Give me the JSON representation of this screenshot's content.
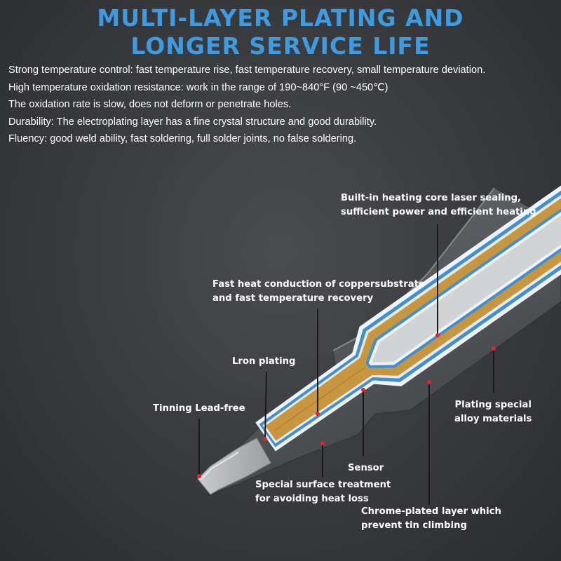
{
  "title": {
    "line1": "MULTI-LAYER PLATING AND",
    "line2": "LONGER SERVICE LIFE"
  },
  "features": [
    "Strong temperature control: fast temperature rise, fast temperature recovery, small temperature deviation.",
    "High temperature oxidation resistance: work in the range of 190~840°F (90 ~450℃)",
    "The oxidation rate is slow, does not deform or penetrate holes.",
    "Durability: The electroplating layer has a fine crystal structure and good durability.",
    "Fluency: good weld ability, fast soldering, full solder joints, no false soldering."
  ],
  "labels": {
    "heating_core": {
      "line1": "Built-in heating core laser sealing,",
      "line2": "sufficient power and efficient heating"
    },
    "copper": {
      "line1": "Fast heat conduction of coppersubstrate",
      "line2": "and fast temperature recovery"
    },
    "iron_plating": {
      "line1": "Lron plating"
    },
    "tinning": {
      "line1": "Tinning Lead-free"
    },
    "alloy": {
      "line1": "Plating special",
      "line2": "alloy materials"
    },
    "sensor": {
      "line1": "Sensor"
    },
    "surface": {
      "line1": "Special surface treatment",
      "line2": "for avoiding heat loss"
    },
    "chrome": {
      "line1": "Chrome-plated layer which",
      "line2": "prevent tin climbing"
    }
  },
  "colors": {
    "title": "#3f9be0",
    "copper": "#c8963e",
    "blue_layer": "#3f8fd6",
    "core": "#d9dadb",
    "marker": "#e8202a"
  }
}
